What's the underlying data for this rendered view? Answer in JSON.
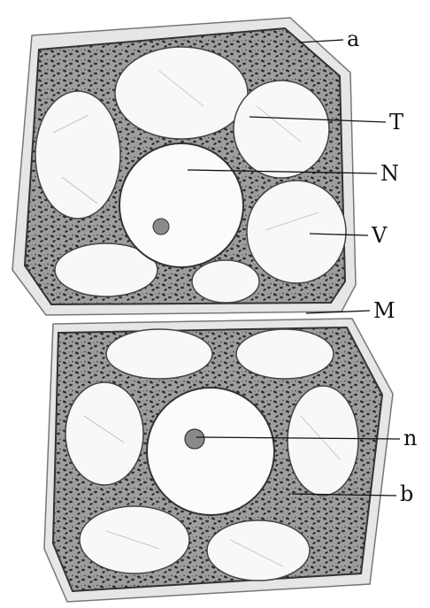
{
  "figure": {
    "labels": {
      "a": "a",
      "T": "T",
      "N": "N",
      "V": "V",
      "M": "M",
      "n": "n",
      "b": "b"
    },
    "colors": {
      "ink": "#111111",
      "cytoplasm": "#9a9a9a",
      "granule": "#2a2a2a",
      "vacuole": "#f7f7f7",
      "wall": "#dcdcdc"
    }
  }
}
